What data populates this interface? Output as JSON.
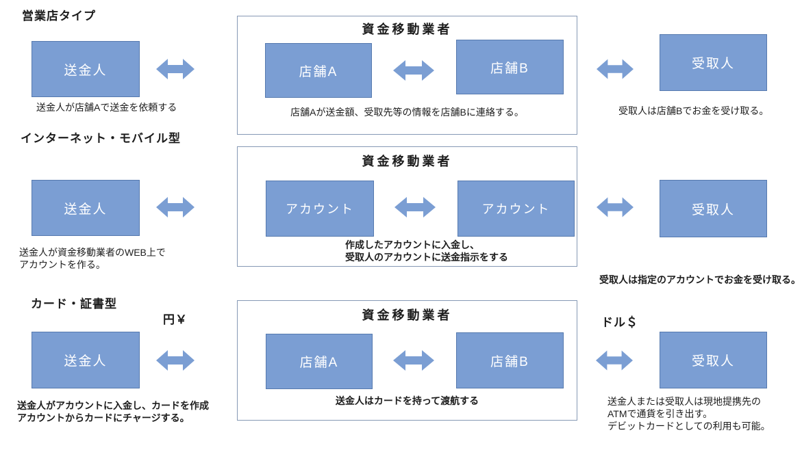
{
  "colors": {
    "box_fill": "#7B9ED3",
    "box_border": "#5579AE",
    "container_border": "#8598B4",
    "text": "#1C1C1C",
    "box_text": "#FFFFFF"
  },
  "rows": [
    {
      "heading": "営業店タイプ",
      "sender": {
        "label": "送金人",
        "caption_lines": [
          "送金人が店舗Aで送金を依頼する"
        ]
      },
      "operator": {
        "title": "資金移動業者",
        "left_label": "店舗A",
        "right_label": "店舗B",
        "caption_lines": [
          "店舗Aが送金額、受取先等の情報を店舗Bに連絡する。"
        ]
      },
      "receiver": {
        "label": "受取人",
        "caption_lines": [
          "受取人は店舗Bでお金を受け取る。"
        ]
      }
    },
    {
      "heading": "インターネット・モバイル型",
      "sender": {
        "label": "送金人",
        "caption_lines": [
          "送金人が資金移動業者のWEB上で",
          "アカウントを作る。"
        ]
      },
      "operator": {
        "title": "資金移動業者",
        "left_label": "アカウント",
        "right_label": "アカウント",
        "caption_lines": [
          "作成したアカウントに入金し、",
          "受取人のアカウントに送金指示をする"
        ]
      },
      "receiver": {
        "label": "受取人",
        "caption_lines": [
          "受取人は指定のアカウントでお金を受け取る。"
        ]
      }
    },
    {
      "heading": "カード・証書型",
      "currency_left": "円￥",
      "currency_right": "ドル＄",
      "sender": {
        "label": "送金人",
        "caption_lines": [
          "送金人がアカウントに入金し、カードを作成",
          "アカウントからカードにチャージする。"
        ]
      },
      "operator": {
        "title": "資金移動業者",
        "left_label": "店舗A",
        "right_label": "店舗B",
        "caption_lines": [
          "送金人はカードを持って渡航する"
        ]
      },
      "receiver": {
        "label": "受取人",
        "caption_lines": [
          "送金人または受取人は現地提携先の",
          "ATMで通貨を引き出す。",
          "デビットカードとしての利用も可能。"
        ]
      }
    }
  ]
}
